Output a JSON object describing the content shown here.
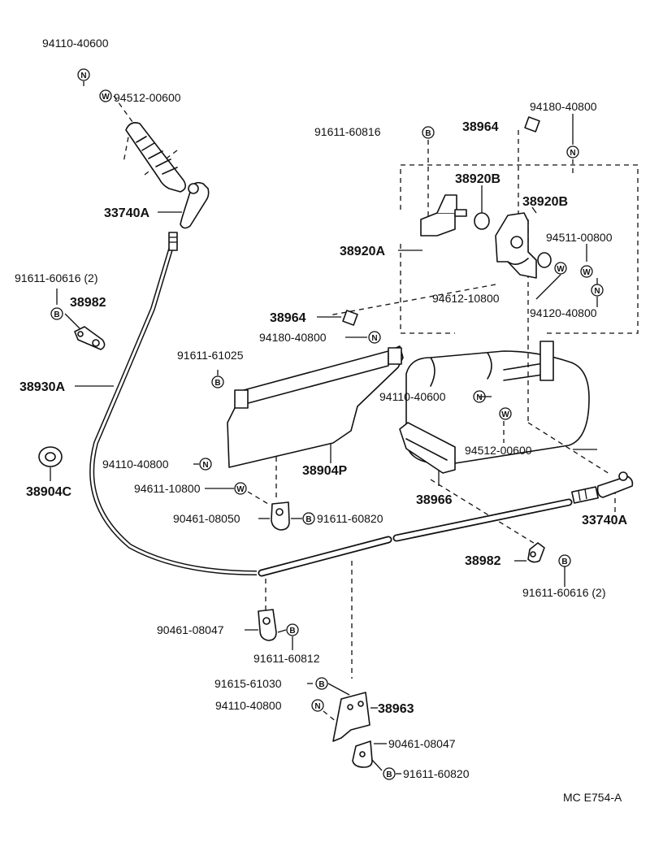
{
  "diagram": {
    "code": "MC E754-A",
    "symbols": {
      "nut": "N",
      "washer": "W",
      "bolt": "B"
    },
    "parts": {
      "p1": "94110-40600",
      "p2": "94512-00600",
      "p3": "33740A",
      "p4": "91611-60616 (2)",
      "p5": "38982",
      "p6": "38930A",
      "p7": "38904C",
      "p8": "91611-60816",
      "p9": "38964",
      "p10": "94180-40800",
      "p11": "38920B",
      "p12": "38920B",
      "p13": "38920A",
      "p14": "94511-00800",
      "p15": "94612-10800",
      "p16": "94120-40800",
      "p17": "38964",
      "p18": "94180-40800",
      "p19": "91611-61025",
      "p20": "94110-40600",
      "p21": "94512-00600",
      "p22": "94110-40800",
      "p23": "38904P",
      "p24": "38966",
      "p25": "33740A",
      "p26": "94611-10800",
      "p27": "90461-08050",
      "p28": "91611-60820",
      "p29": "38982",
      "p30": "91611-60616 (2)",
      "p31": "90461-08047",
      "p32": "91611-60812",
      "p33": "91615-61030",
      "p34": "94110-40800",
      "p35": "38963",
      "p36": "90461-08047",
      "p37": "91611-60820"
    }
  }
}
